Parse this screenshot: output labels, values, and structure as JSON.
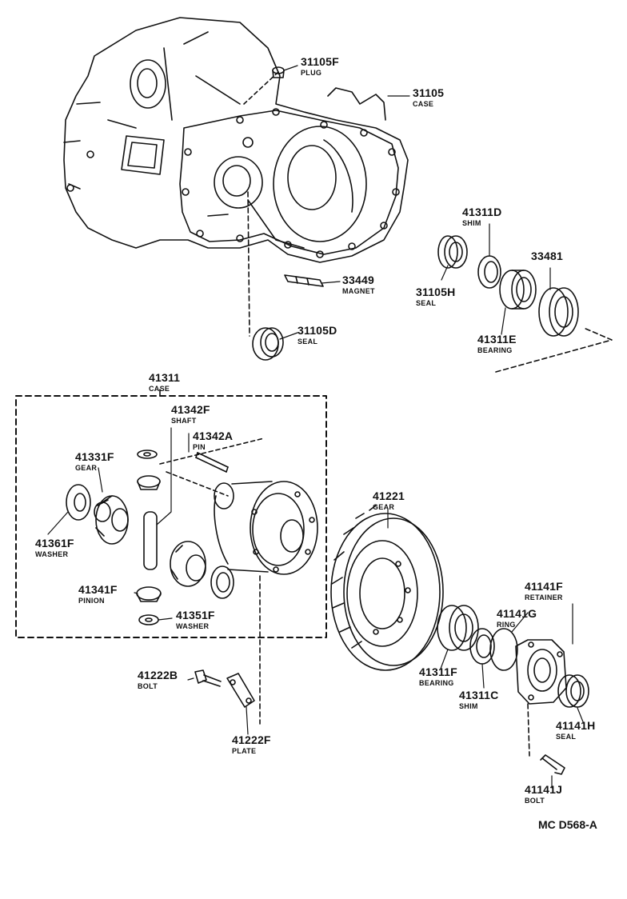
{
  "diagram": {
    "reference_code": "MC  D568-A",
    "parts": [
      {
        "id": "p31105F",
        "number": "31105F",
        "name": "PLUG"
      },
      {
        "id": "p31105",
        "number": "31105",
        "name": "CASE"
      },
      {
        "id": "p33449",
        "number": "33449",
        "name": "MAGNET"
      },
      {
        "id": "p31105D",
        "number": "31105D",
        "name": "SEAL"
      },
      {
        "id": "p41311D",
        "number": "41311D",
        "name": "SHIM"
      },
      {
        "id": "p33481",
        "number": "33481",
        "name": ""
      },
      {
        "id": "p31105H",
        "number": "31105H",
        "name": "SEAL"
      },
      {
        "id": "p41311E",
        "number": "41311E",
        "name": "BEARING"
      },
      {
        "id": "p41311",
        "number": "41311",
        "name": "CASE"
      },
      {
        "id": "p41342F",
        "number": "41342F",
        "name": "SHAFT"
      },
      {
        "id": "p41342A",
        "number": "41342A",
        "name": "PIN"
      },
      {
        "id": "p41331F",
        "number": "41331F",
        "name": "GEAR"
      },
      {
        "id": "p41361F",
        "number": "41361F",
        "name": "WASHER"
      },
      {
        "id": "p41341F",
        "number": "41341F",
        "name": "PINION"
      },
      {
        "id": "p41351F",
        "number": "41351F",
        "name": "WASHER"
      },
      {
        "id": "p41221",
        "number": "41221",
        "name": "GEAR"
      },
      {
        "id": "p41141F",
        "number": "41141F",
        "name": "RETAINER"
      },
      {
        "id": "p41141G",
        "number": "41141G",
        "name": "RING"
      },
      {
        "id": "p41311F",
        "number": "41311F",
        "name": "BEARING"
      },
      {
        "id": "p41311C",
        "number": "41311C",
        "name": "SHIM"
      },
      {
        "id": "p41141H",
        "number": "41141H",
        "name": "SEAL"
      },
      {
        "id": "p41222B",
        "number": "41222B",
        "name": "BOLT"
      },
      {
        "id": "p41222F",
        "number": "41222F",
        "name": "PLATE"
      },
      {
        "id": "p41141J",
        "number": "41141J",
        "name": "BOLT"
      }
    ]
  }
}
